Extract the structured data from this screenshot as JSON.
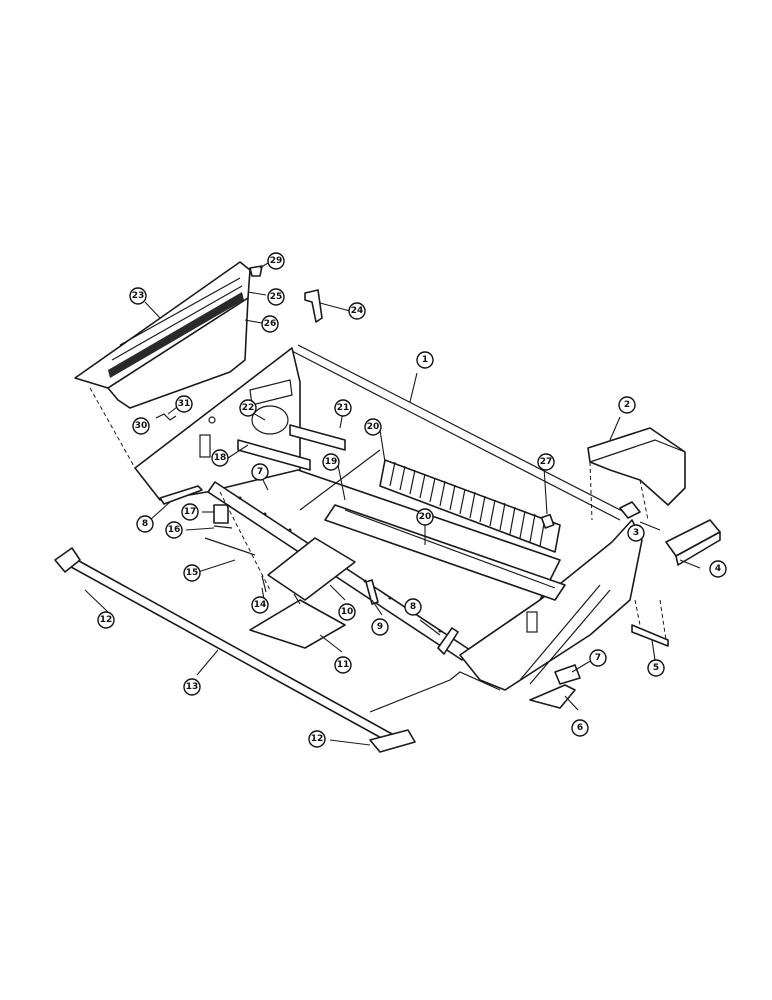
{
  "diagram": {
    "colors": {
      "ink": "#1a1a1a",
      "paper": "#ffffff"
    },
    "callouts": [
      {
        "id": "c1",
        "label": "1"
      },
      {
        "id": "c2",
        "label": "2"
      },
      {
        "id": "c3",
        "label": "3"
      },
      {
        "id": "c4",
        "label": "4"
      },
      {
        "id": "c5",
        "label": "5"
      },
      {
        "id": "c6",
        "label": "6"
      },
      {
        "id": "c7a",
        "label": "7"
      },
      {
        "id": "c7b",
        "label": "7"
      },
      {
        "id": "c8a",
        "label": "8"
      },
      {
        "id": "c8b",
        "label": "8"
      },
      {
        "id": "c9",
        "label": "9"
      },
      {
        "id": "c10",
        "label": "10"
      },
      {
        "id": "c11",
        "label": "11"
      },
      {
        "id": "c12a",
        "label": "12"
      },
      {
        "id": "c12b",
        "label": "12"
      },
      {
        "id": "c13",
        "label": "13"
      },
      {
        "id": "c14",
        "label": "14"
      },
      {
        "id": "c15",
        "label": "15"
      },
      {
        "id": "c16",
        "label": "16"
      },
      {
        "id": "c17",
        "label": "17"
      },
      {
        "id": "c18",
        "label": "18"
      },
      {
        "id": "c19",
        "label": "19"
      },
      {
        "id": "c20a",
        "label": "20"
      },
      {
        "id": "c20b",
        "label": "20"
      },
      {
        "id": "c21",
        "label": "21"
      },
      {
        "id": "c22",
        "label": "22"
      },
      {
        "id": "c23",
        "label": "23"
      },
      {
        "id": "c24",
        "label": "24"
      },
      {
        "id": "c25",
        "label": "25"
      },
      {
        "id": "c26",
        "label": "26"
      },
      {
        "id": "c27",
        "label": "27"
      },
      {
        "id": "c29",
        "label": "29"
      },
      {
        "id": "c30",
        "label": "30"
      },
      {
        "id": "c31",
        "label": "31"
      }
    ]
  }
}
